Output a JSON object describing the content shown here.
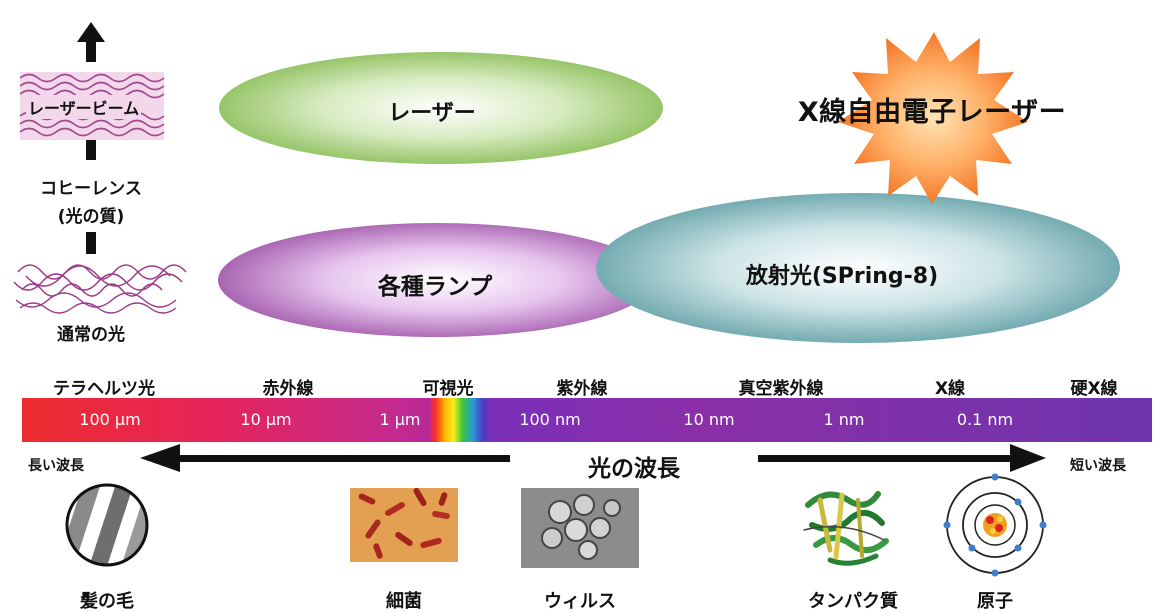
{
  "left_axis": {
    "laser_beam": "レーザービーム",
    "coherence": "コヒーレンス",
    "coherence_sub": "(光の質)",
    "ordinary_light": "通常の光"
  },
  "sources": {
    "laser": "レーザー",
    "xfel": "X線自由電子レーザー",
    "lamps": "各種ランプ",
    "synchrotron": "放射光(SPring-8)"
  },
  "regions": [
    "テラヘルツ光",
    "赤外線",
    "可視光",
    "紫外線",
    "真空紫外線",
    "X線",
    "硬X線"
  ],
  "wavelengths": [
    "100 μm",
    "10 μm",
    "1 μm",
    "100 nm",
    "10 nm",
    "1 nm",
    "0.1 nm"
  ],
  "axis": {
    "title": "光の波長",
    "long": "長い波長",
    "short": "短い波長"
  },
  "objects": [
    "髪の毛",
    "細菌",
    "ウィルス",
    "タンパク質",
    "原子"
  ],
  "colors": {
    "laser_green": "#8fc05a",
    "lamp_purple": "#a254b8",
    "synchrotron_teal": "#5d9fa5",
    "star_orange": "#f06a1a"
  }
}
